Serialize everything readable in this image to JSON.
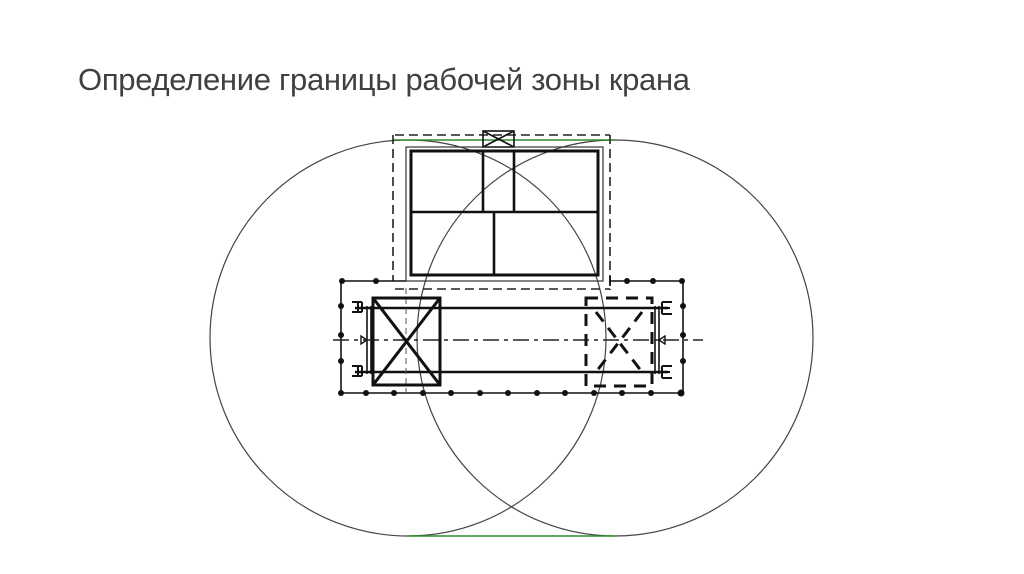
{
  "slide": {
    "title": "Определение границы рабочей зоны крана"
  },
  "diagram": {
    "description": "Plan view: building with rooms, crane track with two tower crane positions, working radius circles, boundary lines",
    "colors": {
      "line": "#111111",
      "thin_line": "#444444",
      "zone_boundary": "#2e8b2e"
    },
    "elements": [
      "building",
      "building-rooms",
      "building-dashed-offset",
      "crane-track-rails",
      "crane-position-1",
      "crane-position-2-dashed",
      "work-zone-circle-left",
      "work-zone-circle-right",
      "zone-boundary-top",
      "zone-boundary-bottom",
      "track-axis"
    ]
  }
}
